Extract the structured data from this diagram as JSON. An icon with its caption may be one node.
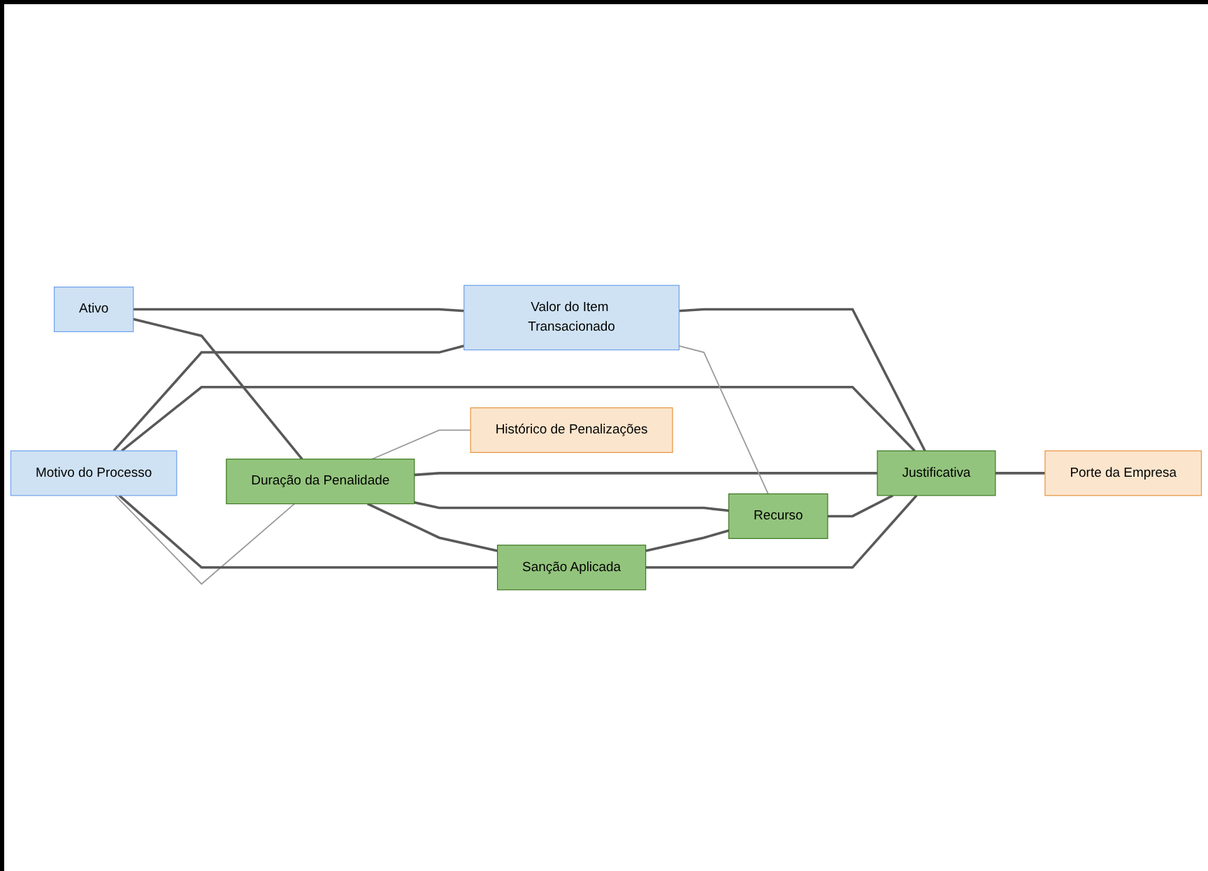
{
  "diagram": {
    "nodes": [
      {
        "text": [
          "Ativo"
        ]
      },
      {
        "text": [
          "Duração da Penalidade"
        ]
      },
      {
        "text": [
          "Histórico de Penalizações"
        ]
      },
      {
        "text": [
          "Motivo do Processo"
        ]
      },
      {
        "text": [
          "Sanção Aplicada"
        ]
      },
      {
        "text": [
          "Valor do Item Transacionado"
        ]
      },
      {
        "text": [
          "Recurso"
        ]
      },
      {
        "text": [
          "Porte da Empresa"
        ]
      },
      {
        "text": [
          "Justificativa"
        ]
      }
    ],
    "edges": [
      {
        "from": 0,
        "to": 1,
        "arrow": "none"
      },
      {
        "from": 0,
        "to": 5,
        "arrow": "none"
      },
      {
        "from": 3,
        "to": 1,
        "arrow": "none",
        "color": "#999999"
      },
      {
        "from": 3,
        "to": 4,
        "arrow": "none"
      },
      {
        "from": 3,
        "to": 8,
        "arrow": "none"
      },
      {
        "from": 3,
        "to": 5,
        "arrow": "none"
      },
      {
        "from": 1,
        "to": 4,
        "arrow": "none"
      },
      {
        "from": 1,
        "to": 6,
        "arrow": "none"
      },
      {
        "from": 1,
        "to": 8,
        "arrow": "none"
      },
      {
        "from": 1,
        "to": 2,
        "arrow": "none",
        "color": "#999999"
      },
      {
        "from": 4,
        "to": 8,
        "arrow": "none"
      },
      {
        "from": 4,
        "to": 6,
        "arrow": "none"
      },
      {
        "from": 5,
        "to": 6,
        "arrow": "none",
        "color": "#999999"
      },
      {
        "from": 6,
        "to": 8,
        "arrow": "none"
      },
      {
        "from": 5,
        "to": 8,
        "arrow": "none"
      },
      {
        "from": 8,
        "to": 7,
        "arrow": "none"
      }
    ]
  }
}
